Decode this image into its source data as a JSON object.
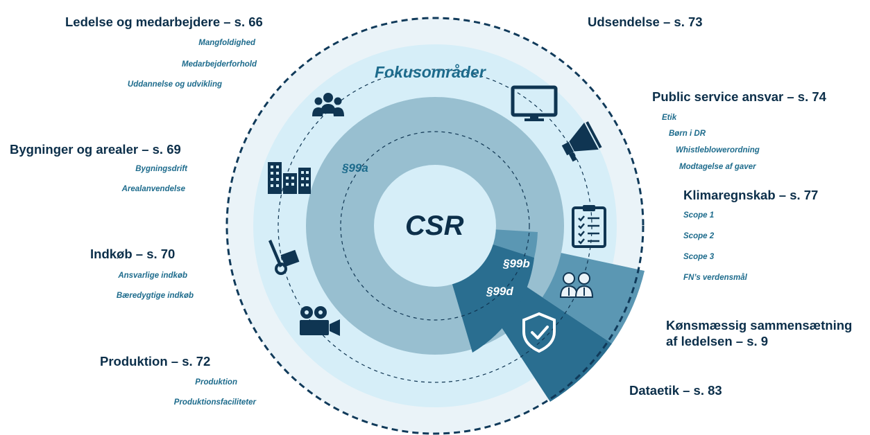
{
  "diagram": {
    "center_label": "CSR",
    "ring_title": "Fokusområder",
    "sections": {
      "s99a": "§99a",
      "s99b": "§99b",
      "s99d": "§99d"
    }
  },
  "categories": {
    "ledelse": {
      "title": "Ledelse og medarbejdere – s. 66",
      "items": [
        "Mangfoldighed",
        "Medarbejderforhold",
        "Uddannelse og udvikling"
      ]
    },
    "udsendelse": {
      "title": "Udsendelse – s. 73"
    },
    "public_service": {
      "title": "Public service ansvar – s. 74",
      "items": [
        "Etik",
        "Børn i DR",
        "Whistleblowerordning",
        "Modtagelse af gaver"
      ]
    },
    "bygninger": {
      "title": "Bygninger og arealer – s. 69",
      "items": [
        "Bygningsdrift",
        "Arealanvendelse"
      ]
    },
    "klima": {
      "title": "Klimaregnskab – s. 77",
      "items": [
        "Scope 1",
        "Scope 2",
        "Scope 3",
        "FN’s verdensmål"
      ]
    },
    "indkob": {
      "title": "Indkøb – s. 70",
      "items": [
        "Ansvarlige indkøb",
        "Bæredygtige indkøb"
      ]
    },
    "konsmassig": {
      "title_line1": "Kønsmæssig sammensætning",
      "title_line2": "af ledelsen – s. 9"
    },
    "produktion": {
      "title": "Produktion – s. 72",
      "items": [
        "Produktion",
        "Produktionsfaciliteter"
      ]
    },
    "dataetik": {
      "title": "Dataetik – s. 83"
    }
  },
  "icons": [
    "people-group-icon",
    "tv-icon",
    "megaphone-icon",
    "buildings-icon",
    "clipboard-checklist-icon",
    "hand-truck-icon",
    "business-people-icon",
    "film-camera-icon",
    "shield-check-icon"
  ],
  "colors": {
    "outer_ring": "#eaf3f8",
    "outer_dash": "#103a5a",
    "focus_ring": "#d6eef8",
    "mid_ring": "#98bfd0",
    "center": "#d6eef8",
    "wedge_99b": "#5b97b3",
    "wedge_99d": "#2a6e90",
    "title_text": "#0c2f4a",
    "sub_text": "#1d6b8c",
    "icon": "#0f3552"
  }
}
